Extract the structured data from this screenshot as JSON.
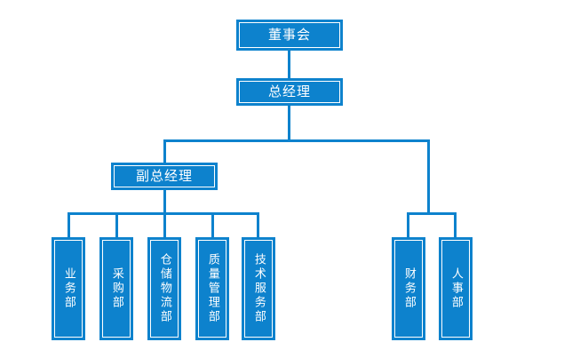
{
  "diagram": {
    "type": "organization-chart",
    "title": "",
    "colors": {
      "node_fill": "#0d82cd",
      "node_border": "#0d82cd",
      "inner_border": "#ffffff",
      "connector": "#0d82cd",
      "text": "#ffffff",
      "background": "#ffffff"
    },
    "nodes": {
      "board": {
        "label": "董事会",
        "level": 0,
        "orientation": "horizontal"
      },
      "general_manager": {
        "label": "总经理",
        "level": 1,
        "orientation": "horizontal"
      },
      "deputy_general_manager": {
        "label": "副总经理",
        "level": 2,
        "orientation": "horizontal"
      }
    },
    "left_departments": [
      {
        "label": "业务部"
      },
      {
        "label": "采购部"
      },
      {
        "label": "仓储物流部"
      },
      {
        "label": "质量管理部"
      },
      {
        "label": "技术服务部"
      }
    ],
    "right_departments": [
      {
        "label": "财务部"
      },
      {
        "label": "人事部"
      }
    ],
    "relations": [
      {
        "from": "董事会",
        "to": "总经理"
      },
      {
        "from": "总经理",
        "to": "副总经理"
      },
      {
        "from": "总经理",
        "to": "财务部"
      },
      {
        "from": "总经理",
        "to": "人事部"
      },
      {
        "from": "副总经理",
        "to": "业务部"
      },
      {
        "from": "副总经理",
        "to": "采购部"
      },
      {
        "from": "副总经理",
        "to": "仓储物流部"
      },
      {
        "from": "副总经理",
        "to": "质量管理部"
      },
      {
        "from": "副总经理",
        "to": "技术服务部"
      }
    ]
  }
}
